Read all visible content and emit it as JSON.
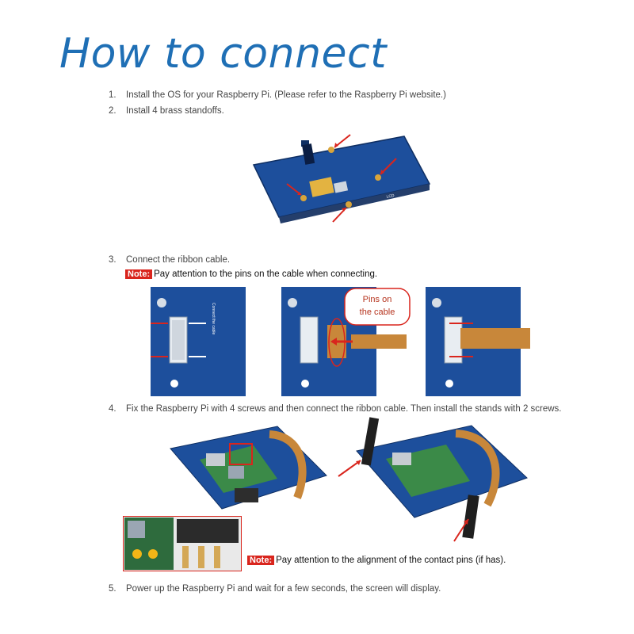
{
  "title": "How to connect",
  "steps": [
    {
      "num": "1.",
      "text": "Install the OS for your Raspberry Pi. (Please refer to the Raspberry Pi website.)"
    },
    {
      "num": "2.",
      "text": "Install 4 brass standoffs."
    },
    {
      "num": "3.",
      "text": "Connect the ribbon cable."
    },
    {
      "num": "4.",
      "text": "Fix the Raspberry Pi with 4 screws and then connect the ribbon cable. Then install the stands with 2 screws."
    },
    {
      "num": "5.",
      "text": "Power up the Raspberry Pi and wait for a few seconds, the screen will display."
    }
  ],
  "notes": {
    "badge": "Note:",
    "ribbon": "Pay attention to the pins on the cable when connecting.",
    "alignment": "Pay attention to the alignment of the contact pins (if has)."
  },
  "callout": {
    "line1": "Pins on",
    "line2": "the cable"
  },
  "colors": {
    "title": "#1f6fb5",
    "board": "#1d4f9c",
    "arrow": "#d9251d",
    "ribbon": "#c8873a"
  }
}
